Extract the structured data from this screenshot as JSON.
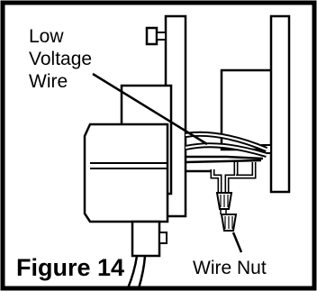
{
  "figure": {
    "caption": "Figure 14"
  },
  "labels": {
    "low_voltage_line1": "Low",
    "low_voltage_line2": "Voltage",
    "low_voltage_line3": "Wire",
    "wire_nut": "Wire Nut"
  }
}
